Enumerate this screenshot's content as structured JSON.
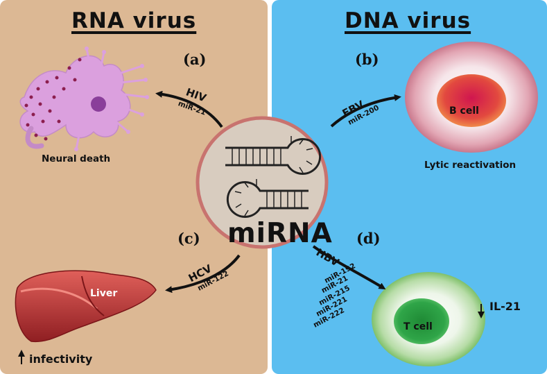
{
  "left_title": "RNA virus",
  "right_title": "DNA virus",
  "center_label": "miRNA",
  "panels": {
    "a": {
      "letter": "(a)",
      "virus": "HIV",
      "mirna": [
        "miR-21"
      ],
      "caption": "Neural death"
    },
    "b": {
      "letter": "(b)",
      "virus": "EBV",
      "mirna": [
        "miR-200"
      ],
      "caption": "Lytic reactivation",
      "cell_label": "B cell"
    },
    "c": {
      "letter": "(c)",
      "virus": "HCV",
      "mirna": [
        "miR-122"
      ],
      "organ_label": "Liver",
      "effect_symbol": "↑",
      "caption": "infectivity"
    },
    "d": {
      "letter": "(d)",
      "virus": "HBV",
      "mirna": [
        "miR-192",
        "miR-21",
        "miR-215",
        "miR-221",
        "miR-222"
      ],
      "cell_label": "T cell",
      "effect_symbol": "↓",
      "effect": "IL-21"
    }
  },
  "colors": {
    "rna_background": "#dcb894",
    "dna_background": "#5bbef0",
    "center_fill": "#d8ccbf",
    "center_ring": "#c8736f",
    "neuron": "#dba0de",
    "neuron_dots": "#8c1e4e",
    "b_cell_nucleus": "#cf1f55",
    "t_cell_nucleus": "#1e8c3a",
    "liver": "#b0322e"
  }
}
